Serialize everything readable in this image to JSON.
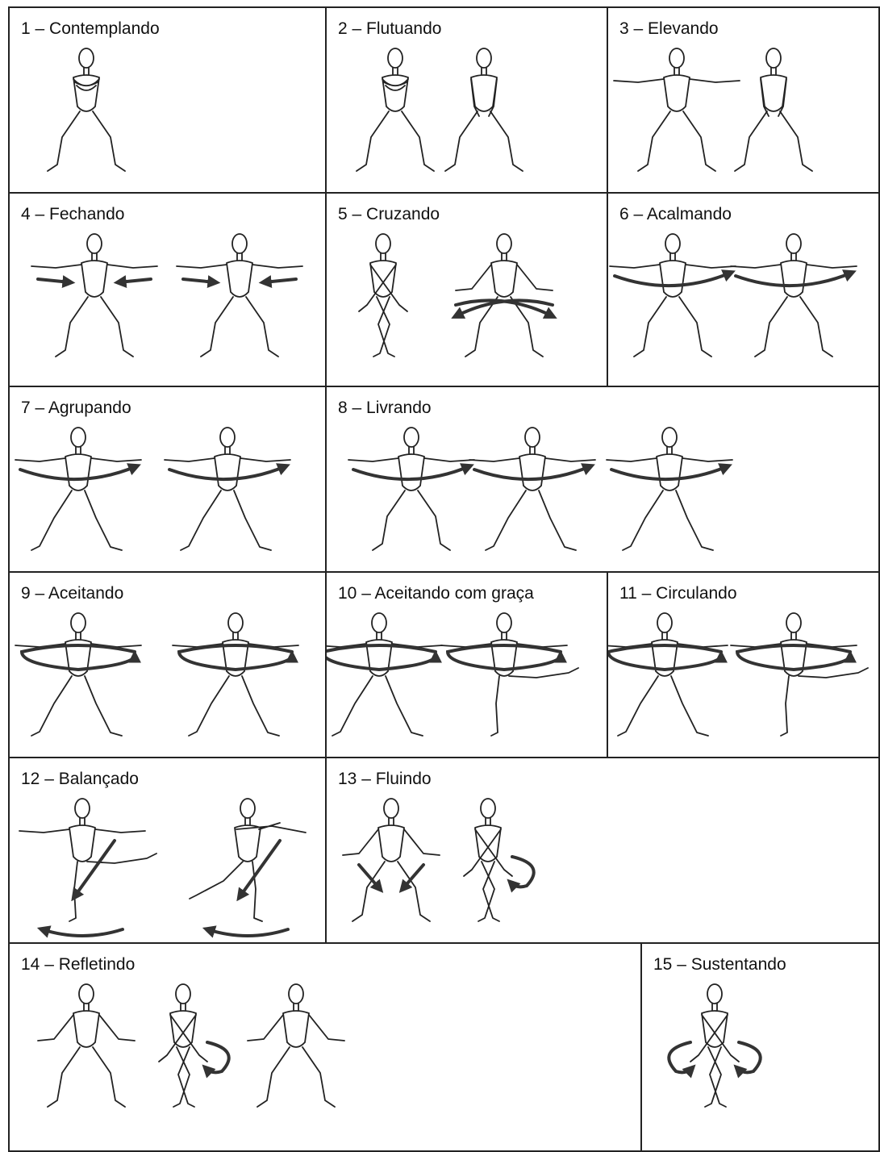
{
  "sequence": [
    {
      "label": "1 – Contemplando",
      "poses": [
        {
          "kind": "arms-folded"
        }
      ]
    },
    {
      "label": "2 – Flutuando",
      "poses": [
        {
          "kind": "arms-folded"
        },
        {
          "kind": "arms-down"
        }
      ]
    },
    {
      "label": "3 – Elevando",
      "poses": [
        {
          "kind": "arms-out"
        },
        {
          "kind": "arms-down"
        }
      ]
    },
    {
      "label": "4 – Fechando",
      "poses": [
        {
          "kind": "arms-out",
          "arrows": "inward"
        },
        {
          "kind": "arms-out",
          "arrows": "inward"
        }
      ]
    },
    {
      "label": "5 – Cruzando",
      "poses": [
        {
          "kind": "arms-crossed"
        },
        {
          "kind": "arms-out-low",
          "arrows": "cross"
        }
      ]
    },
    {
      "label": "6 – Acalmando",
      "poses": [
        {
          "kind": "arms-out",
          "arrows": "arc"
        },
        {
          "kind": "arms-out",
          "arrows": "arc"
        }
      ]
    },
    {
      "label": "7 – Agrupando",
      "poses": [
        {
          "kind": "lunge",
          "arrows": "arc"
        },
        {
          "kind": "lunge",
          "arrows": "arc"
        }
      ]
    },
    {
      "label": "8 – Livrando",
      "poses": [
        {
          "kind": "arms-out",
          "arrows": "arc"
        },
        {
          "kind": "lunge",
          "arrows": "arc"
        },
        {
          "kind": "lunge",
          "arrows": "arc"
        }
      ]
    },
    {
      "label": "9 – Aceitando",
      "poses": [
        {
          "kind": "lunge",
          "arrows": "circle"
        },
        {
          "kind": "lunge",
          "arrows": "circle"
        }
      ]
    },
    {
      "label": "10 – Aceitando com graça",
      "poses": [
        {
          "kind": "lunge",
          "arrows": "circle"
        },
        {
          "kind": "leg-raise",
          "arrows": "circle"
        }
      ]
    },
    {
      "label": "11 – Circulando",
      "poses": [
        {
          "kind": "lunge",
          "arrows": "circle"
        },
        {
          "kind": "leg-raise",
          "arrows": "circle"
        }
      ]
    },
    {
      "label": "12 – Balançado",
      "poses": [
        {
          "kind": "leg-raise",
          "arrows": "swing"
        },
        {
          "kind": "arabesque",
          "arrows": "swing"
        }
      ]
    },
    {
      "label": "13 – Fluindo",
      "poses": [
        {
          "kind": "arms-out-low",
          "arrows": "down"
        },
        {
          "kind": "arms-crossed",
          "arrows": "turn"
        }
      ]
    },
    {
      "label": "14 – Refletindo",
      "poses": [
        {
          "kind": "arms-out-low"
        },
        {
          "kind": "arms-crossed",
          "arrows": "turn"
        },
        {
          "kind": "arms-out-low"
        }
      ]
    },
    {
      "label": "15 – Sustentando",
      "poses": [
        {
          "kind": "arms-crossed",
          "arrows": "turn-both"
        }
      ]
    }
  ],
  "colors": {
    "line": "#222222",
    "arrow": "#333333",
    "border": "#222222"
  }
}
